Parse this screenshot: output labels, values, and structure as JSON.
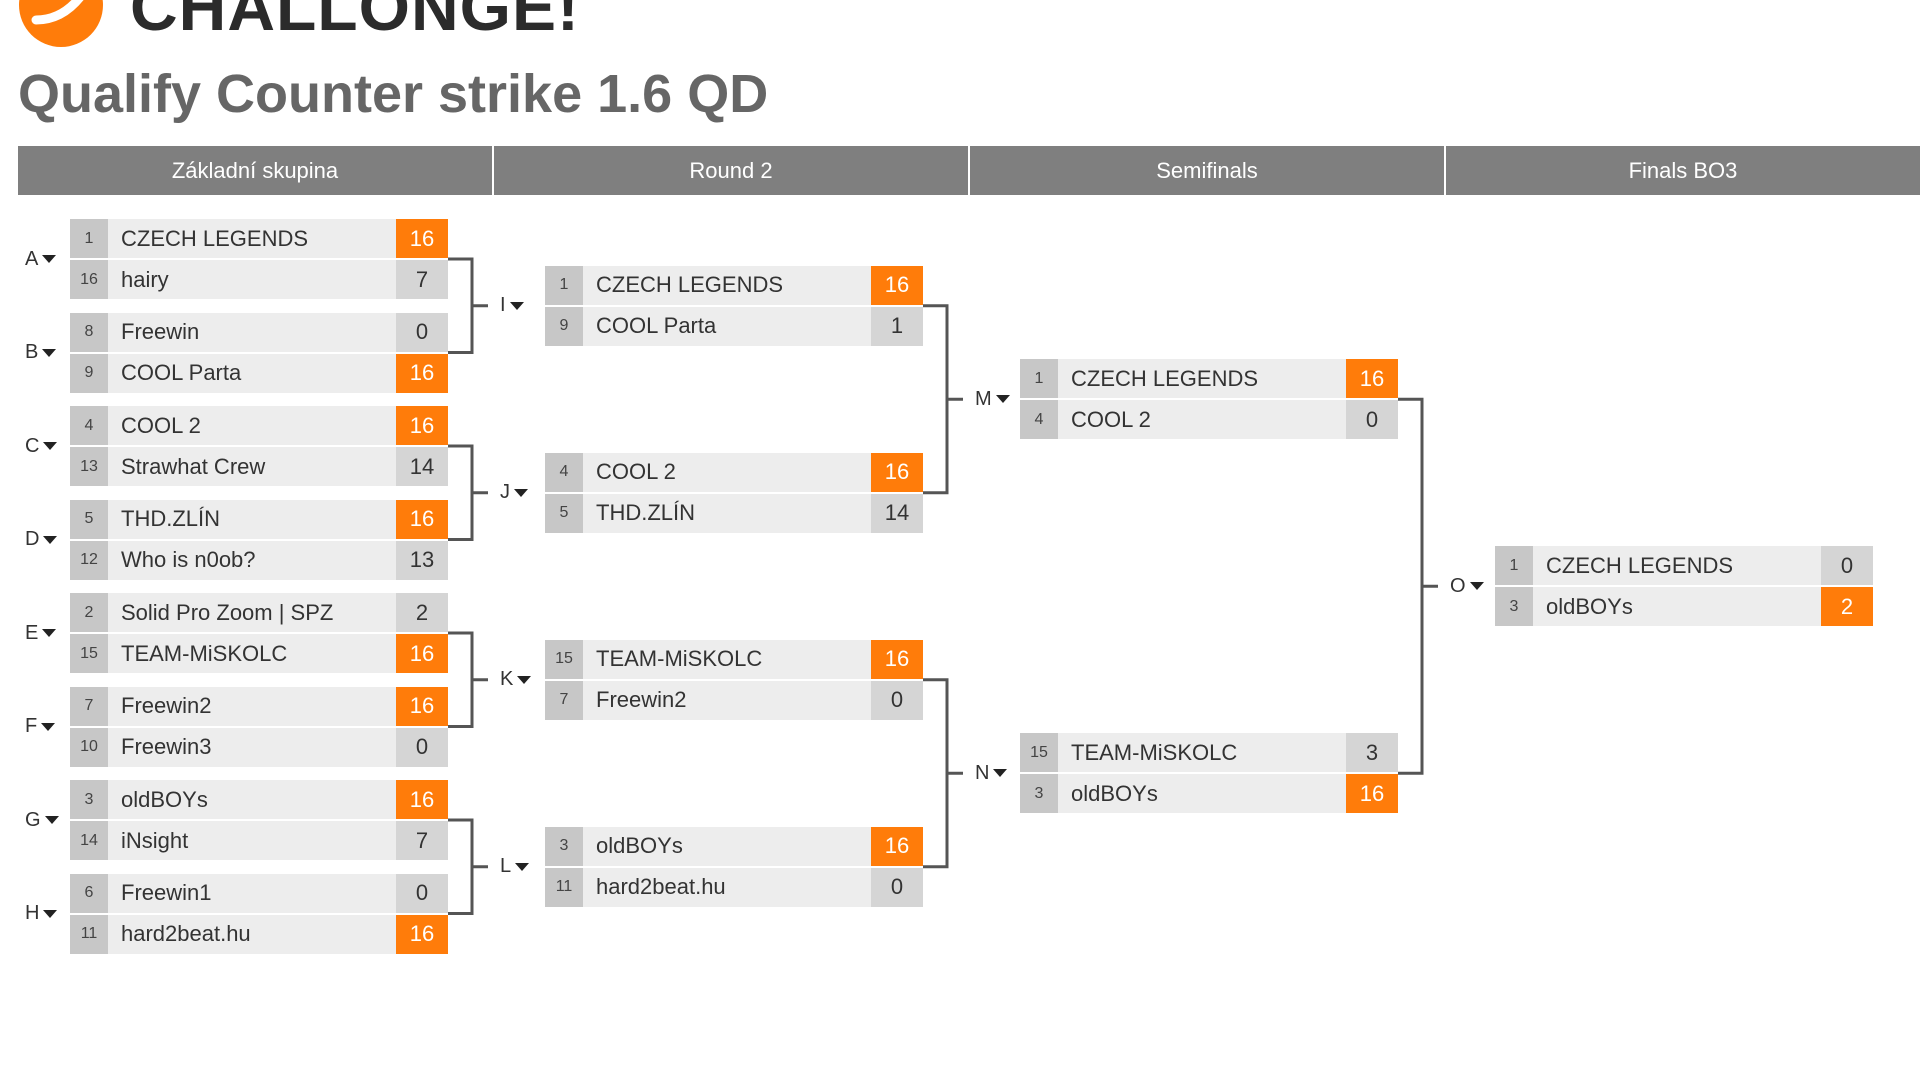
{
  "brand": {
    "logo_text": "CHALLONGE!",
    "accent_color": "#ff7c0a",
    "logo_icon": "challonge-logo-icon"
  },
  "tournament": {
    "title": "Qualify Counter strike 1.6 QD"
  },
  "rounds": [
    {
      "label": "Základní skupina"
    },
    {
      "label": "Round 2"
    },
    {
      "label": "Semifinals"
    },
    {
      "label": "Finals BO3"
    }
  ],
  "matches": [
    {
      "label": "A",
      "round": 0,
      "slot": 0,
      "top": {
        "seed": "1",
        "name": "CZECH LEGENDS",
        "score": "16",
        "winner": true
      },
      "bottom": {
        "seed": "16",
        "name": "hairy",
        "score": "7",
        "winner": false
      }
    },
    {
      "label": "B",
      "round": 0,
      "slot": 1,
      "top": {
        "seed": "8",
        "name": "Freewin",
        "score": "0",
        "winner": false
      },
      "bottom": {
        "seed": "9",
        "name": "COOL Parta",
        "score": "16",
        "winner": true
      }
    },
    {
      "label": "C",
      "round": 0,
      "slot": 2,
      "top": {
        "seed": "4",
        "name": "COOL 2",
        "score": "16",
        "winner": true
      },
      "bottom": {
        "seed": "13",
        "name": "Strawhat Crew",
        "score": "14",
        "winner": false
      }
    },
    {
      "label": "D",
      "round": 0,
      "slot": 3,
      "top": {
        "seed": "5",
        "name": "THD.ZLÍN",
        "score": "16",
        "winner": true
      },
      "bottom": {
        "seed": "12",
        "name": "Who is n0ob?",
        "score": "13",
        "winner": false
      }
    },
    {
      "label": "E",
      "round": 0,
      "slot": 4,
      "top": {
        "seed": "2",
        "name": "Solid Pro Zoom | SPZ",
        "score": "2",
        "winner": false
      },
      "bottom": {
        "seed": "15",
        "name": "TEAM-MiSKOLC",
        "score": "16",
        "winner": true
      }
    },
    {
      "label": "F",
      "round": 0,
      "slot": 5,
      "top": {
        "seed": "7",
        "name": "Freewin2",
        "score": "16",
        "winner": true
      },
      "bottom": {
        "seed": "10",
        "name": "Freewin3",
        "score": "0",
        "winner": false
      }
    },
    {
      "label": "G",
      "round": 0,
      "slot": 6,
      "top": {
        "seed": "3",
        "name": "oldBOYs",
        "score": "16",
        "winner": true
      },
      "bottom": {
        "seed": "14",
        "name": "iNsight",
        "score": "7",
        "winner": false
      }
    },
    {
      "label": "H",
      "round": 0,
      "slot": 7,
      "top": {
        "seed": "6",
        "name": "Freewin1",
        "score": "0",
        "winner": false
      },
      "bottom": {
        "seed": "11",
        "name": "hard2beat.hu",
        "score": "16",
        "winner": true
      }
    },
    {
      "label": "I",
      "round": 1,
      "slot": 0,
      "top": {
        "seed": "1",
        "name": "CZECH LEGENDS",
        "score": "16",
        "winner": true
      },
      "bottom": {
        "seed": "9",
        "name": "COOL Parta",
        "score": "1",
        "winner": false
      }
    },
    {
      "label": "J",
      "round": 1,
      "slot": 1,
      "top": {
        "seed": "4",
        "name": "COOL 2",
        "score": "16",
        "winner": true
      },
      "bottom": {
        "seed": "5",
        "name": "THD.ZLÍN",
        "score": "14",
        "winner": false
      }
    },
    {
      "label": "K",
      "round": 1,
      "slot": 2,
      "top": {
        "seed": "15",
        "name": "TEAM-MiSKOLC",
        "score": "16",
        "winner": true
      },
      "bottom": {
        "seed": "7",
        "name": "Freewin2",
        "score": "0",
        "winner": false
      }
    },
    {
      "label": "L",
      "round": 1,
      "slot": 3,
      "top": {
        "seed": "3",
        "name": "oldBOYs",
        "score": "16",
        "winner": true
      },
      "bottom": {
        "seed": "11",
        "name": "hard2beat.hu",
        "score": "0",
        "winner": false
      }
    },
    {
      "label": "M",
      "round": 2,
      "slot": 0,
      "top": {
        "seed": "1",
        "name": "CZECH LEGENDS",
        "score": "16",
        "winner": true
      },
      "bottom": {
        "seed": "4",
        "name": "COOL 2",
        "score": "0",
        "winner": false
      }
    },
    {
      "label": "N",
      "round": 2,
      "slot": 1,
      "top": {
        "seed": "15",
        "name": "TEAM-MiSKOLC",
        "score": "3",
        "winner": false
      },
      "bottom": {
        "seed": "3",
        "name": "oldBOYs",
        "score": "16",
        "winner": true
      }
    },
    {
      "label": "O",
      "round": 3,
      "slot": 0,
      "top": {
        "seed": "1",
        "name": "CZECH LEGENDS",
        "score": "0",
        "winner": false
      },
      "bottom": {
        "seed": "3",
        "name": "oldBOYs",
        "score": "2",
        "winner": true
      }
    }
  ]
}
